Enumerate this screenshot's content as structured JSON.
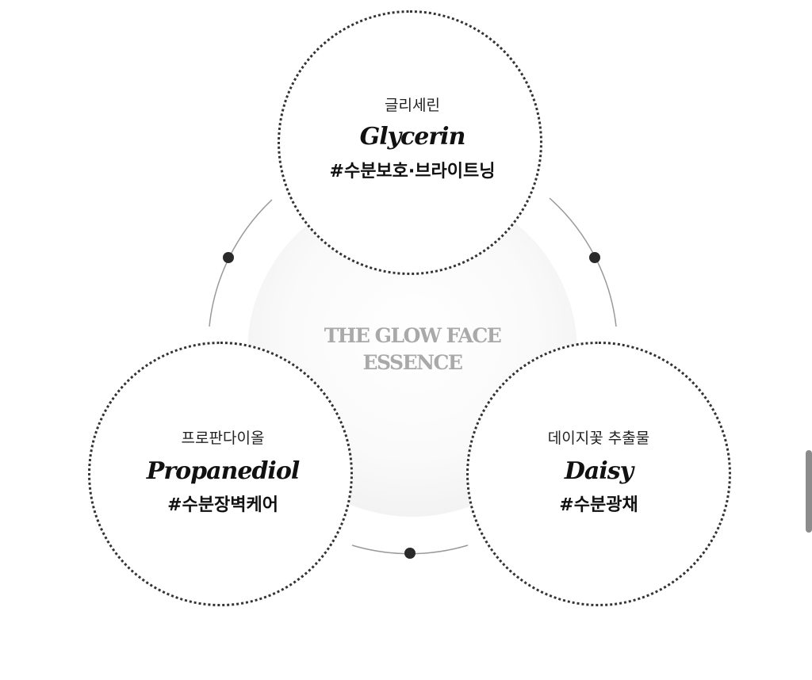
{
  "center": {
    "line1": "THE GLOW FACE",
    "line2": "ESSENCE"
  },
  "ingredients": [
    {
      "korean": "글리세린",
      "english": "Glycerin",
      "tag": "#수분보호·브라이트닝"
    },
    {
      "korean": "프로판다이올",
      "english": "Propanediol",
      "tag": "#수분장벽케어"
    },
    {
      "korean": "데이지꽃 추출물",
      "english": "Daisy",
      "tag": "#수분광채"
    }
  ],
  "colors": {
    "ring": "#9a9a9a",
    "dot": "#2a2a2a",
    "bubble_border": "#333333",
    "center_text": "#a9a9a9"
  }
}
